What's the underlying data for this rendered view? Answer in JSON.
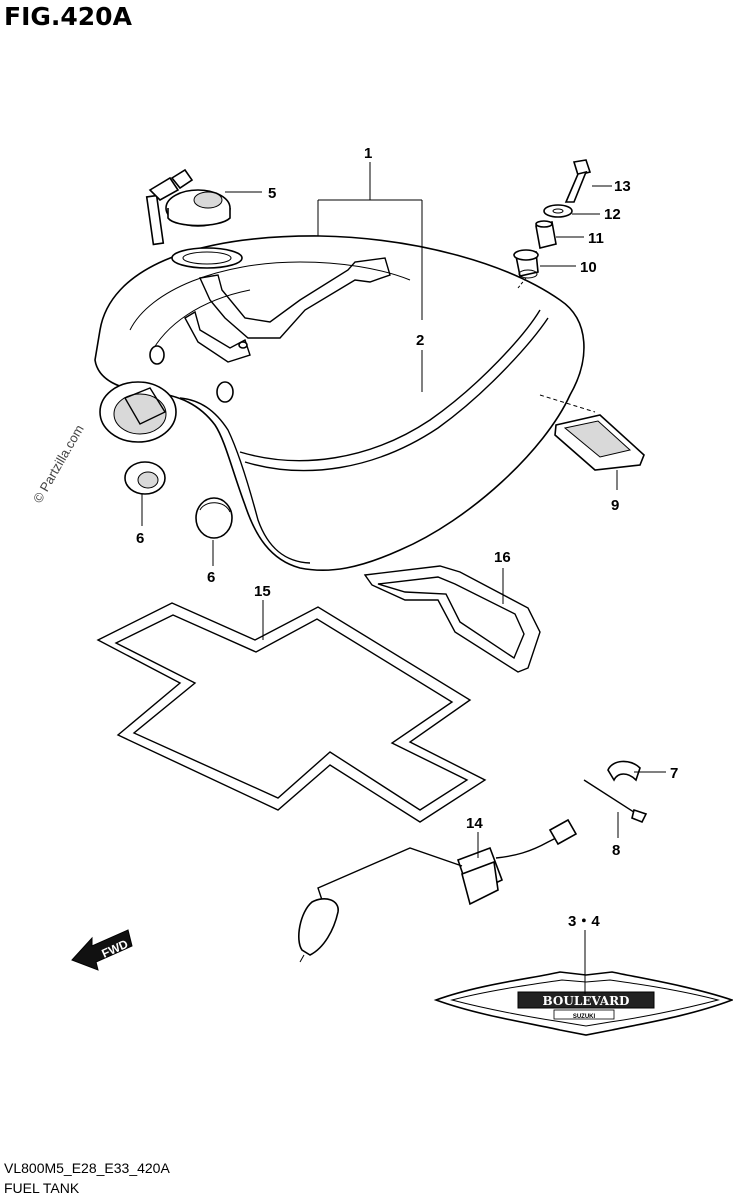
{
  "figure": {
    "title": "FIG.420A",
    "footer_code": "VL800M5_E28_E33_420A",
    "footer_name": "FUEL TANK",
    "watermark": "© Partzilla.com",
    "fwd_label": "FWD",
    "badge_text": "BOULEVARD",
    "badge_subtext": "SUZUKI"
  },
  "callouts": {
    "c1": "1",
    "c2": "2",
    "c3_4": "3・4",
    "c5": "5",
    "c6a": "6",
    "c6b": "6",
    "c7": "7",
    "c8": "8",
    "c9": "9",
    "c10": "10",
    "c11": "11",
    "c12": "12",
    "c13": "13",
    "c14": "14",
    "c15": "15",
    "c16": "16"
  }
}
